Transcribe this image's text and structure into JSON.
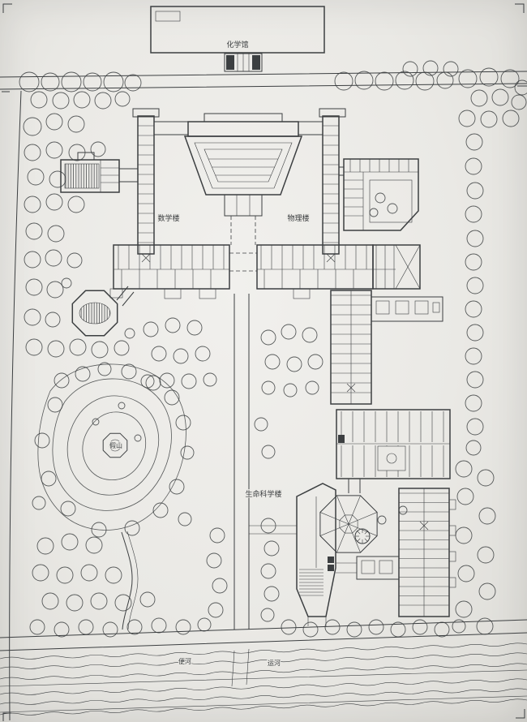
{
  "plan": {
    "labels": {
      "chemistry_hall": "化学馆",
      "math_building": "数学楼",
      "physics_building": "物理楼",
      "life_science_building": "生命科学楼",
      "rockery": "假山",
      "canal_left": "便河",
      "canal_right": "运河"
    },
    "colors": {
      "paper": "#eae9e5",
      "ink": "#3c3f41"
    }
  }
}
